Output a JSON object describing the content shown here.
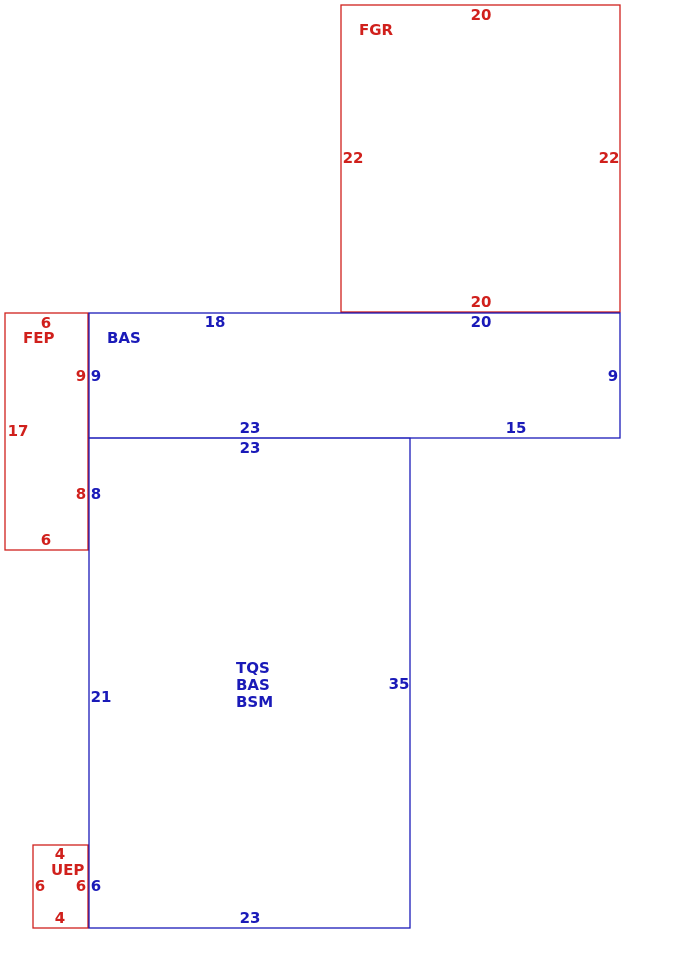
{
  "colors": {
    "red": "#d0201c",
    "blue": "#1a1ab8"
  },
  "areas": {
    "fgr": {
      "code": "FGR",
      "top": "20",
      "bottom": "20",
      "left": "22",
      "right": "22"
    },
    "bas": {
      "code": "BAS",
      "top_left": "18",
      "top_right": "20",
      "left": "9",
      "right": "9",
      "bottom_left": "23",
      "bottom_right": "15"
    },
    "fep": {
      "code": "FEP",
      "top": "6",
      "left": "17",
      "right_upper": "9",
      "right_lower": "8",
      "bottom": "6"
    },
    "main": {
      "codes": [
        "TQS",
        "BAS",
        "BSM"
      ],
      "top": "23",
      "left_upper": "8",
      "left_middle": "21",
      "left_lower": "6",
      "right": "35",
      "bottom": "23"
    },
    "uep": {
      "code": "UEP",
      "top": "4",
      "left": "6",
      "right": "6",
      "bottom": "4"
    }
  }
}
